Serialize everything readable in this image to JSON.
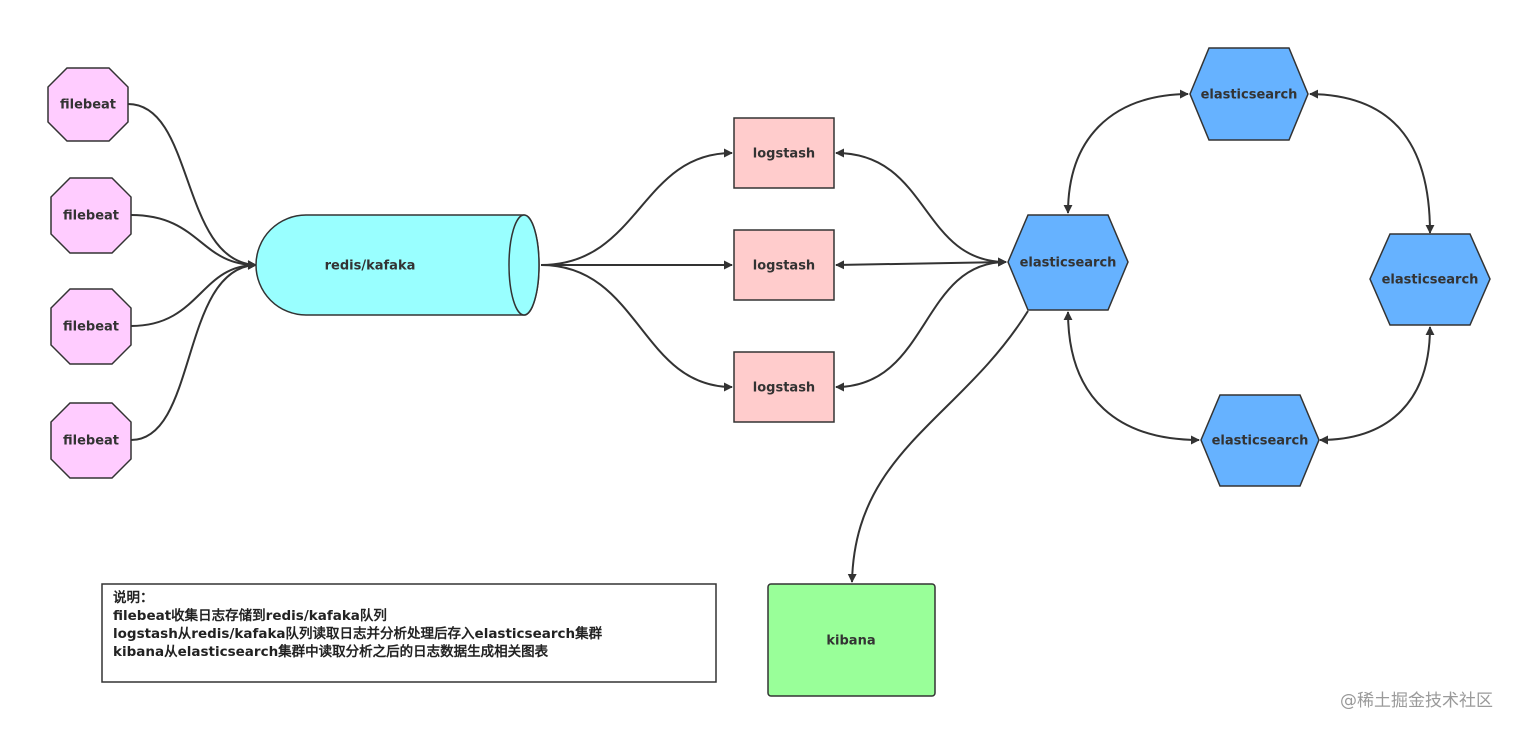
{
  "nodes": {
    "filebeat_1": "filebeat",
    "filebeat_2": "filebeat",
    "filebeat_3": "filebeat",
    "filebeat_4": "filebeat",
    "queue": "redis/kafaka",
    "logstash_1": "logstash",
    "logstash_2": "logstash",
    "logstash_3": "logstash",
    "es_center": "elasticsearch",
    "es_top": "elasticsearch",
    "es_right": "elasticsearch",
    "es_bottom": "elasticsearch",
    "kibana": "kibana"
  },
  "edges": [
    {
      "from": "filebeat_1",
      "to": "queue",
      "directed": true
    },
    {
      "from": "filebeat_2",
      "to": "queue",
      "directed": true
    },
    {
      "from": "filebeat_3",
      "to": "queue",
      "directed": true
    },
    {
      "from": "filebeat_4",
      "to": "queue",
      "directed": true
    },
    {
      "from": "queue",
      "to": "logstash_1",
      "directed": true
    },
    {
      "from": "queue",
      "to": "logstash_2",
      "directed": true
    },
    {
      "from": "queue",
      "to": "logstash_3",
      "directed": true
    },
    {
      "from": "logstash_1",
      "to": "es_center",
      "directed": true,
      "bidirectional": true
    },
    {
      "from": "logstash_2",
      "to": "es_center",
      "directed": true,
      "bidirectional": true
    },
    {
      "from": "logstash_3",
      "to": "es_center",
      "directed": true,
      "bidirectional": true
    },
    {
      "from": "es_center",
      "to": "es_top",
      "directed": true,
      "bidirectional": true
    },
    {
      "from": "es_top",
      "to": "es_right",
      "directed": true,
      "bidirectional": true
    },
    {
      "from": "es_right",
      "to": "es_bottom",
      "directed": true,
      "bidirectional": true
    },
    {
      "from": "es_bottom",
      "to": "es_center",
      "directed": true,
      "bidirectional": true
    },
    {
      "from": "es_center",
      "to": "kibana",
      "directed": true
    }
  ],
  "note": {
    "title": "说明：",
    "lines": [
      "filebeat收集日志存储到redis/kafaka队列",
      "logstash从redis/kafaka队列读取日志并分析处理后存入elasticsearch集群",
      "kibana从elasticsearch集群中读取分析之后的日志数据生成相关图表"
    ]
  },
  "watermark": "@稀土掘金技术社区",
  "colors": {
    "filebeat_fill": "#ffccff",
    "queue_fill": "#99ffff",
    "logstash_fill": "#ffcccc",
    "elasticsearch_fill": "#66b2ff",
    "kibana_fill": "#99ff99",
    "stroke": "#333333"
  }
}
